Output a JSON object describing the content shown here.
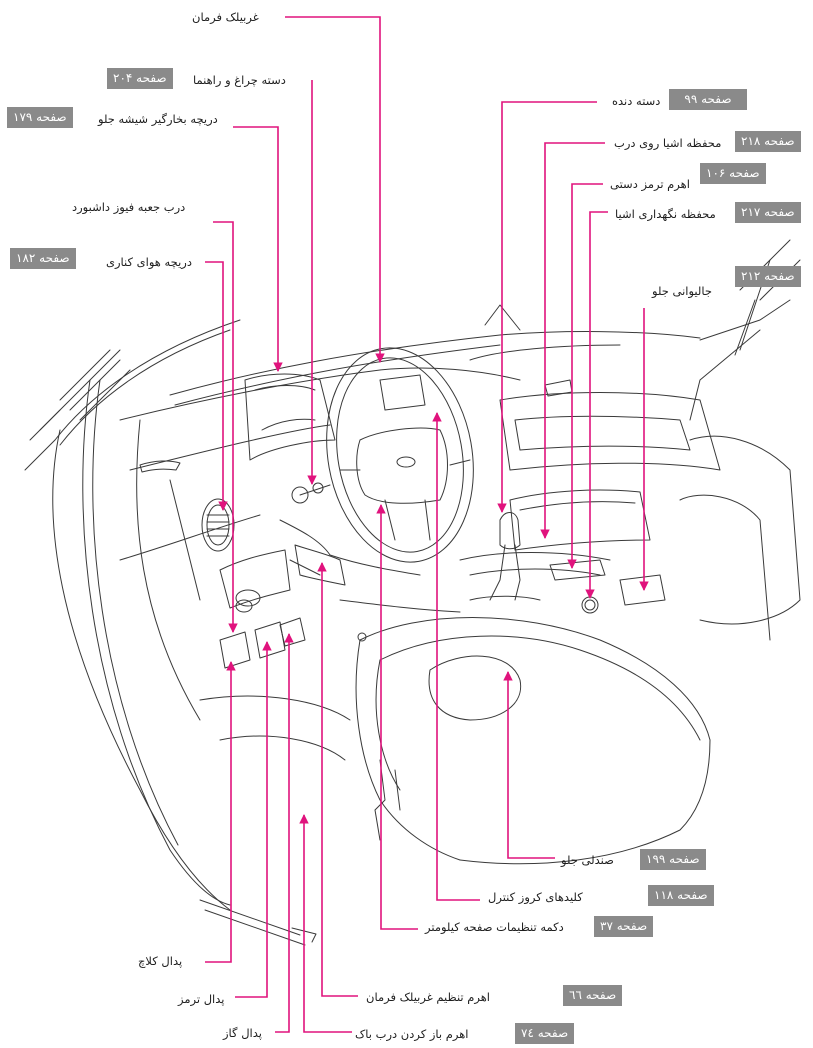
{
  "colors": {
    "leader": "#e0137d",
    "badge_bg": "#8a8a8a",
    "line_art": "#3a3a3a"
  },
  "callouts": {
    "steering_wheel": {
      "label": "غربیلک فرمان"
    },
    "light_stalk": {
      "label": "دسته چراغ و راهنما",
      "page": "صفحه ۲۰۴"
    },
    "windshield_defog": {
      "label": "دریچه بخارگیر شیشه جلو",
      "page": "صفحه ۱۷۹"
    },
    "fuse_box_door": {
      "label": "درب جعبه فیوز داشبورد"
    },
    "side_vent": {
      "label": "دریچه هوای کناری",
      "page": "صفحه ۱۸۲"
    },
    "gear_lever": {
      "label": "دسته دنده",
      "page": "صفحه ۹۹"
    },
    "door_storage": {
      "label": "محفظه اشیا روی درب",
      "page": "صفحه ۲۱۸"
    },
    "hand_brake": {
      "label": "اهرم ترمز دستی",
      "page": "صفحه ۱۰۶"
    },
    "storage_box": {
      "label": "محفظه نگهداری اشیا",
      "page": "صفحه ۲۱۷"
    },
    "front_cupholder": {
      "label": "جالیوانی جلو",
      "page": "صفحه ۲۱۲"
    },
    "front_seat": {
      "label": "صندلی جلو",
      "page": "صفحه ۱۹۹"
    },
    "cruise_buttons": {
      "label": "کلیدهای کروز کنترل",
      "page": "صفحه ۱۱۸"
    },
    "odometer_button": {
      "label": "دکمه تنظیمات صفحه کیلومتر",
      "page": "صفحه ۳۷"
    },
    "clutch_pedal": {
      "label": "پدال کلاچ"
    },
    "brake_pedal": {
      "label": "پدال ترمز"
    },
    "steering_adjust": {
      "label": "اهرم تنظیم غربیلک فرمان",
      "page": "صفحه ٦٦"
    },
    "gas_pedal": {
      "label": "پدال گاز"
    },
    "fuel_door_lever": {
      "label": "اهرم باز کردن درب باک",
      "page": "صفحه ۷٤"
    }
  }
}
